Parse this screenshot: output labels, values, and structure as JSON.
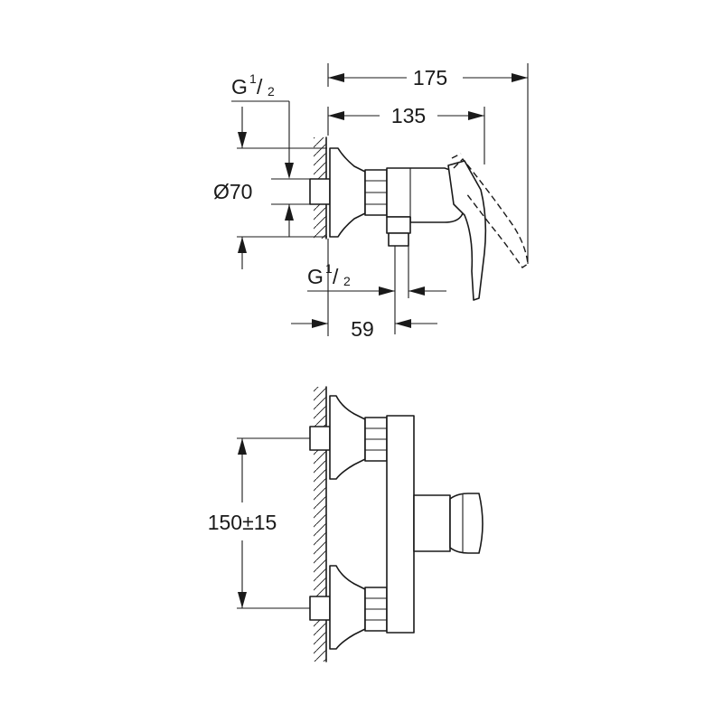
{
  "top_view": {
    "dim_overall": "175",
    "dim_body": "135",
    "dim_rosette": "Ø70",
    "dim_outlet": "59",
    "thread_inlet": {
      "main": "G",
      "num": "1",
      "den": "2"
    },
    "thread_outlet": {
      "main": "G",
      "num": "1",
      "den": "2"
    }
  },
  "front_view": {
    "dim_center": "150±15"
  }
}
